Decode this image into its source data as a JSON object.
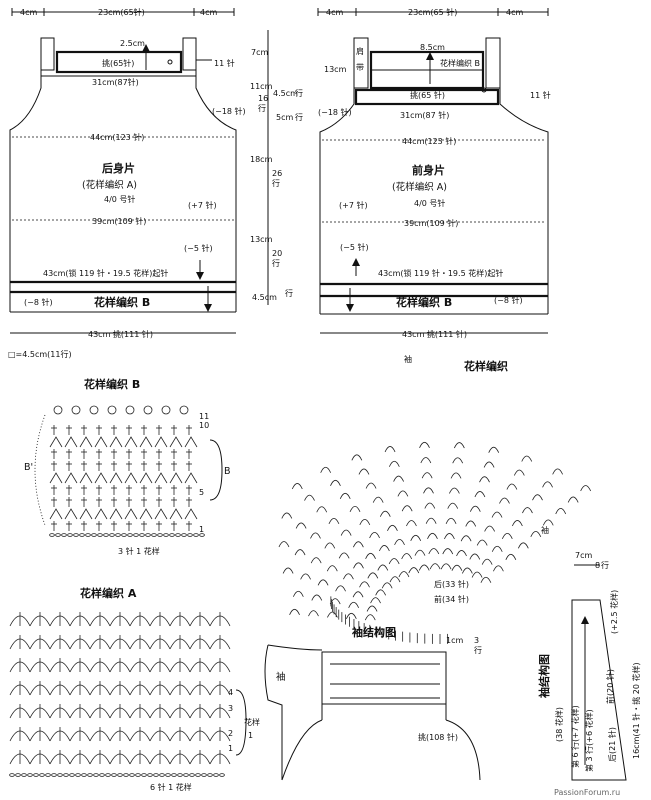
{
  "back": {
    "top_left_w": "4cm",
    "top_mid_w": "23cm(65针)",
    "top_right_w": "4cm",
    "strap_h": "2.5cm",
    "pick_neck": "挑(65针)",
    "strap_st": "11 针",
    "shoulder_w": "31cm(87针)",
    "dec_armhole": "(−18 针)",
    "bust_w": "44cm(123 针)",
    "title": "后身片",
    "pattern": "(花样编织 A)",
    "hook": "4/0 号针",
    "inc": "(+7 针)",
    "mid_w": "39cm(109 针)",
    "dec_waist": "(−5 针)",
    "base_w": "43cm(锁 119 针・19.5 花样)起针",
    "dec_hem": "(−8 针)",
    "hem_pattern": "花样编织 B",
    "bottom_w": "43cm 挑(111 针)"
  },
  "front": {
    "top_left_w": "4cm",
    "top_mid_w": "23cm(65 针)",
    "top_right_w": "4cm",
    "strap_len": "13cm",
    "strap_char1": "肩",
    "strap_char2": "带",
    "neck_h": "8.5cm",
    "neck_pattern": "花样编织 B",
    "pick_neck": "挑(65 针)",
    "strap_st": "11 针",
    "shoulder_w": "31cm(87 针)",
    "dec_armhole": "(−18 针)",
    "bust_w": "44cm(123 针)",
    "title": "前身片",
    "pattern": "(花样编织 A)",
    "hook": "4/0 号针",
    "inc": "(+7 针)",
    "mid_w": "39cm(109 针)",
    "dec_waist": "(−5 针)",
    "base_w": "43cm(锁 119 针・19.5 花样)起针",
    "dec_hem": "(−8 针)",
    "hem_pattern": "花样编织 B",
    "bottom_w": "43cm 挑(111 针)"
  },
  "heights": {
    "h1": "7cm",
    "h2": "11cm",
    "h2r": "16",
    "h2u": "行",
    "h3": "4.5cm",
    "h3r": "行",
    "h4": "5cm",
    "h4r": "行",
    "h5": "18cm",
    "h5r": "26",
    "h5u": "行",
    "h6": "13cm",
    "h6r": "20",
    "h6u": "行",
    "h7": "4.5cm",
    "h7r": "行"
  },
  "gauge": "□=4.5cm(11行)",
  "patB": {
    "title": "花样编织 B",
    "r11": "11",
    "r10": "10",
    "r5": "5",
    "r1": "1",
    "b_label": "B",
    "b2_label": "B'",
    "repeat": "3 针 1 花样"
  },
  "sleeveChart": {
    "title": "花样编织",
    "label_top": "袖",
    "label_side": "袖",
    "back": "后(33 针)",
    "front": "前(34 针)"
  },
  "patA": {
    "title": "花样编织 A",
    "r4": "4",
    "r3": "3",
    "r2": "2",
    "r1": "1",
    "side": "花样",
    "side2": "1",
    "repeat": "6 针 1 花样"
  },
  "sleeveAssembly": {
    "title": "袖结构图",
    "label_sleeve": "袖",
    "top_h": "1cm",
    "top_r": "3",
    "top_ru": "行",
    "pick": "挑(108 针)"
  },
  "sleeveDiagram": {
    "title": "袖结构图",
    "top_h": "7cm",
    "top_r": "8",
    "top_ru": "行",
    "plus": "(+2.5 花样)",
    "front": "前(20 针)",
    "r6": "第 6 行(+7 花样)",
    "r3": "第 3 行(+6 花样)",
    "len": "(38 花样)",
    "back": "后(21 针)",
    "bottom": "16cm(41 针・挑 20 花样)"
  },
  "watermark": "PassionForum.ru"
}
